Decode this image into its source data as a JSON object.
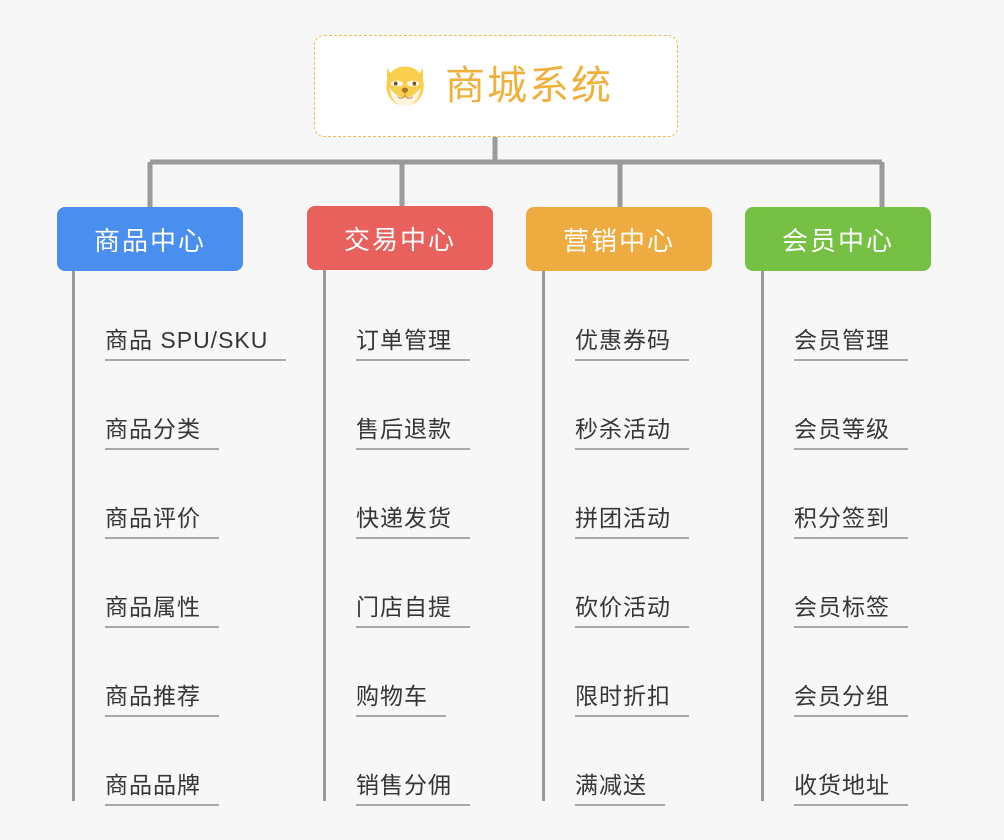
{
  "diagram": {
    "type": "mindmap",
    "background_color": "#f7f7f7",
    "root": {
      "title": "商城系统",
      "icon": "shiba-dog-icon",
      "text_color": "#f0b03c",
      "border_color": "#f0b75c"
    },
    "branches": [
      {
        "label": "商品中心",
        "color": "#4a8ef0",
        "items": [
          "商品 SPU/SKU",
          "商品分类",
          "商品评价",
          "商品属性",
          "商品推荐",
          "商品品牌"
        ]
      },
      {
        "label": "交易中心",
        "color": "#e8615c",
        "items": [
          "订单管理",
          "售后退款",
          "快递发货",
          "门店自提",
          "购物车",
          "销售分佣"
        ]
      },
      {
        "label": "营销中心",
        "color": "#eeab3f",
        "items": [
          "优惠券码",
          "秒杀活动",
          "拼团活动",
          "砍价活动",
          "限时折扣",
          "满减送"
        ]
      },
      {
        "label": "会员中心",
        "color": "#76c043",
        "items": [
          "会员管理",
          "会员等级",
          "积分签到",
          "会员标签",
          "会员分组",
          "收货地址"
        ]
      }
    ]
  }
}
